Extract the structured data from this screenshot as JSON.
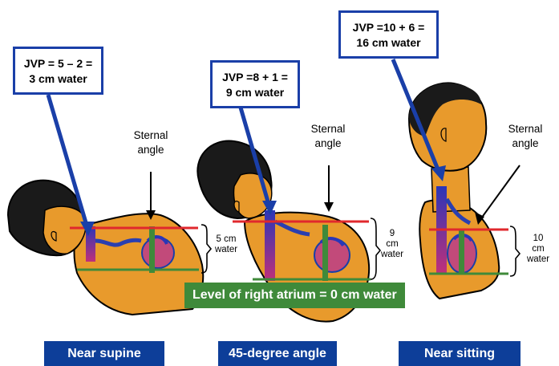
{
  "callouts": {
    "supine": {
      "line1": "JVP = 5 – 2 =",
      "line2": "3 cm water"
    },
    "deg45": {
      "line1": "JVP =8 + 1 =",
      "line2": "9 cm water"
    },
    "sitting": {
      "line1": "JVP =10 + 6 =",
      "line2": "16 cm water"
    }
  },
  "sternal_angle": {
    "line1": "Sternal",
    "line2": "angle"
  },
  "measures": {
    "supine": {
      "line1": "5 cm",
      "line2": "water"
    },
    "deg45": {
      "line1": "9",
      "line2": "cm",
      "line3": "water"
    },
    "sitting": {
      "line1": "10",
      "line2": "cm",
      "line3": "water"
    }
  },
  "banner": "Level of right atrium = 0 cm water",
  "captions": {
    "supine": "Near supine",
    "deg45": "45-degree angle",
    "sitting": "Near sitting"
  },
  "colors": {
    "skin": "#e89a2c",
    "hair": "#1a1a1a",
    "callout_border": "#1a3fa8",
    "sternal_line": "#e0282d",
    "atrium_line": "#3f8a3a",
    "caption_bg": "#0d3e99",
    "banner_bg": "#3f8a3a",
    "vein": "#2a3fb0"
  }
}
